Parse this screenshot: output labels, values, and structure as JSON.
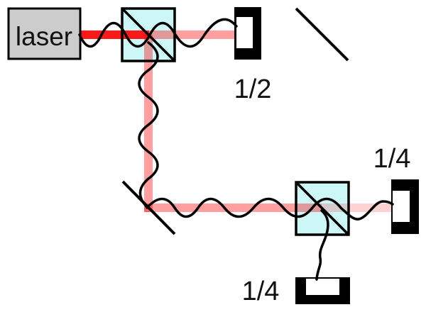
{
  "diagram": {
    "title_hint": "optical-beam-splitter-schematic",
    "labels": {
      "laser": "laser",
      "detector_half": "1/2",
      "detector_quarter_right": "1/4",
      "detector_quarter_bottom": "1/4"
    },
    "colors": {
      "background": "#ffffff",
      "beam_full": "#fc0d0df2",
      "beam_half": "#ff000060",
      "beam_quarter": "#ff00002d",
      "cube_fill": "#cdf6f7",
      "laser_fill": "#cccccc",
      "line": "#000000",
      "detector_body": "#000000",
      "detector_window": "#ffffff"
    }
  }
}
